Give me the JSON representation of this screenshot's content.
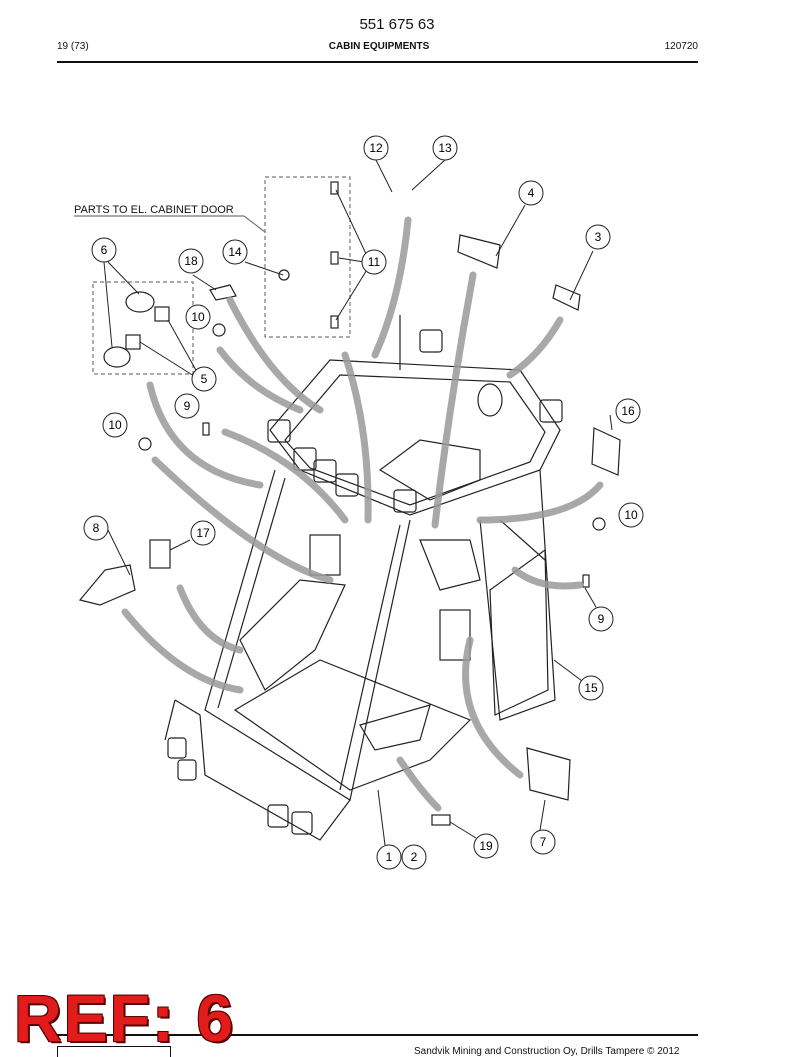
{
  "header": {
    "doc_number": "551 675 63",
    "page": "19 (73)",
    "title": "CABIN EQUIPMENTS",
    "code": "120720"
  },
  "diagram": {
    "group_label": "PARTS TO EL. CABINET DOOR",
    "callouts": [
      "12",
      "13",
      "4",
      "3",
      "6",
      "18",
      "14",
      "11",
      "10",
      "5",
      "9",
      "16",
      "10",
      "10",
      "8",
      "17",
      "9",
      "15",
      "7",
      "19",
      "1",
      "2"
    ]
  },
  "stamp": "REF: 6",
  "footer": {
    "copyright": "Sandvik Mining and Construction Oy, Drills Tampere © 2012"
  }
}
